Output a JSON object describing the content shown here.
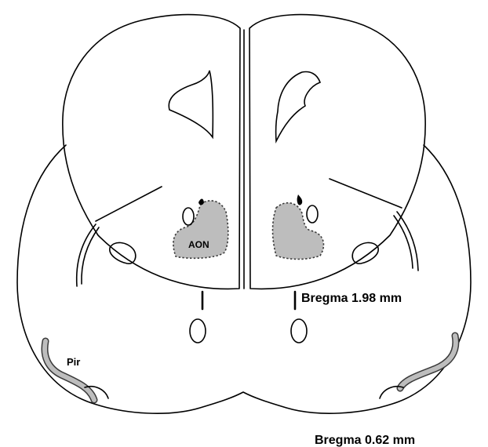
{
  "labels": {
    "aon": "AON",
    "pir": "Pir",
    "bregma_anterior": "Bregma 1.98 mm",
    "bregma_posterior": "Bregma 0.62 mm"
  },
  "colors": {
    "outline": "#000000",
    "region_fill": "#bdbdbd",
    "region_border": "#3a3a3a"
  }
}
